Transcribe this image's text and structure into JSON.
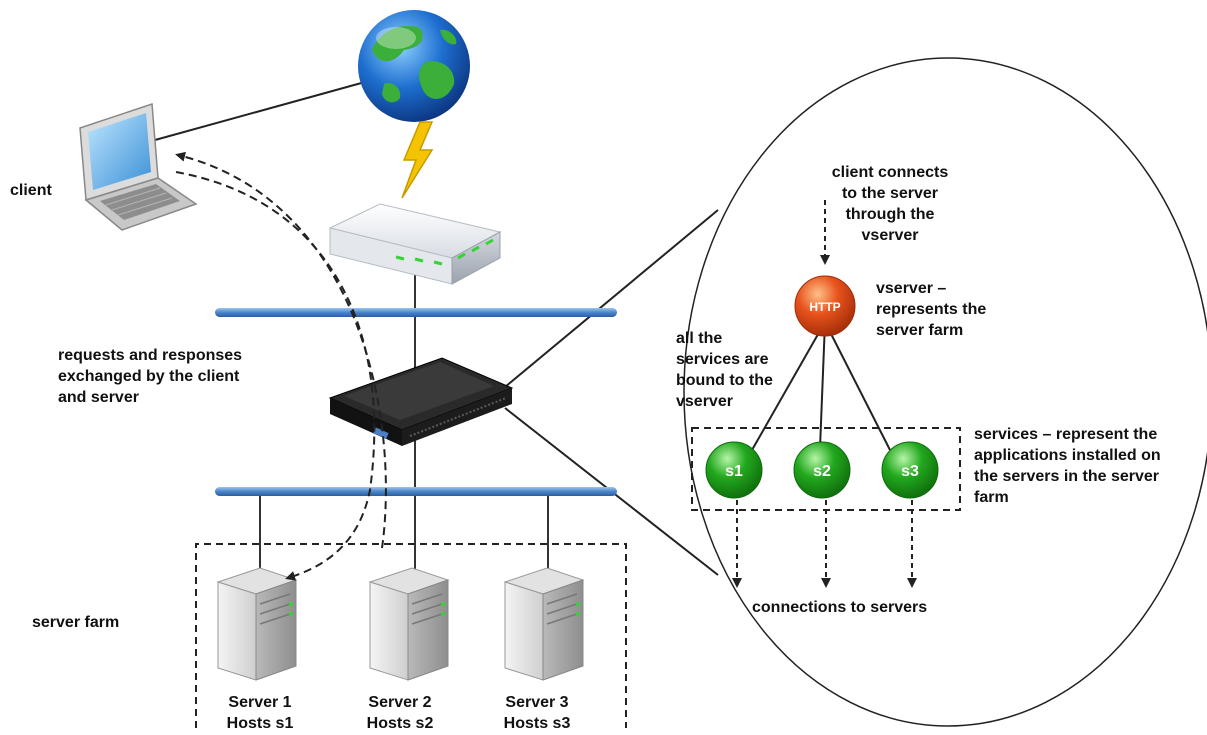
{
  "labels": {
    "client": "client",
    "requests": [
      "requests and responses",
      "exchanged by the client",
      "and server"
    ],
    "server_farm": "server farm",
    "servers": [
      {
        "name": "Server 1",
        "hosts": "Hosts s1"
      },
      {
        "name": "Server 2",
        "hosts": "Hosts s2"
      },
      {
        "name": "Server 3",
        "hosts": "Hosts s3"
      }
    ]
  },
  "detail": {
    "client_connects": [
      "client connects",
      "to the server",
      "through the",
      "vserver"
    ],
    "vserver_node": "HTTP",
    "vserver_desc": [
      "vserver –",
      "represents the",
      "server farm"
    ],
    "bound_desc": [
      "all the",
      "services are",
      "bound to the",
      "vserver"
    ],
    "services": [
      "s1",
      "s2",
      "s3"
    ],
    "services_desc": [
      "services – represent the",
      "applications installed on",
      "the servers in the server",
      "farm"
    ],
    "connections": "connections to servers"
  },
  "colors": {
    "network_bar": "#4a86c8",
    "vserver_node": "#e8521c",
    "service_node": "#22a81e",
    "lightning": "#f5c400",
    "globe_ocean": "#1e6fd0",
    "globe_land": "#3cae3a",
    "appliance": "#1c1c1c",
    "led": "#35d435"
  },
  "icons": [
    "globe-icon",
    "lightning-icon",
    "laptop-icon",
    "router-icon",
    "appliance-icon",
    "server-icon"
  ]
}
